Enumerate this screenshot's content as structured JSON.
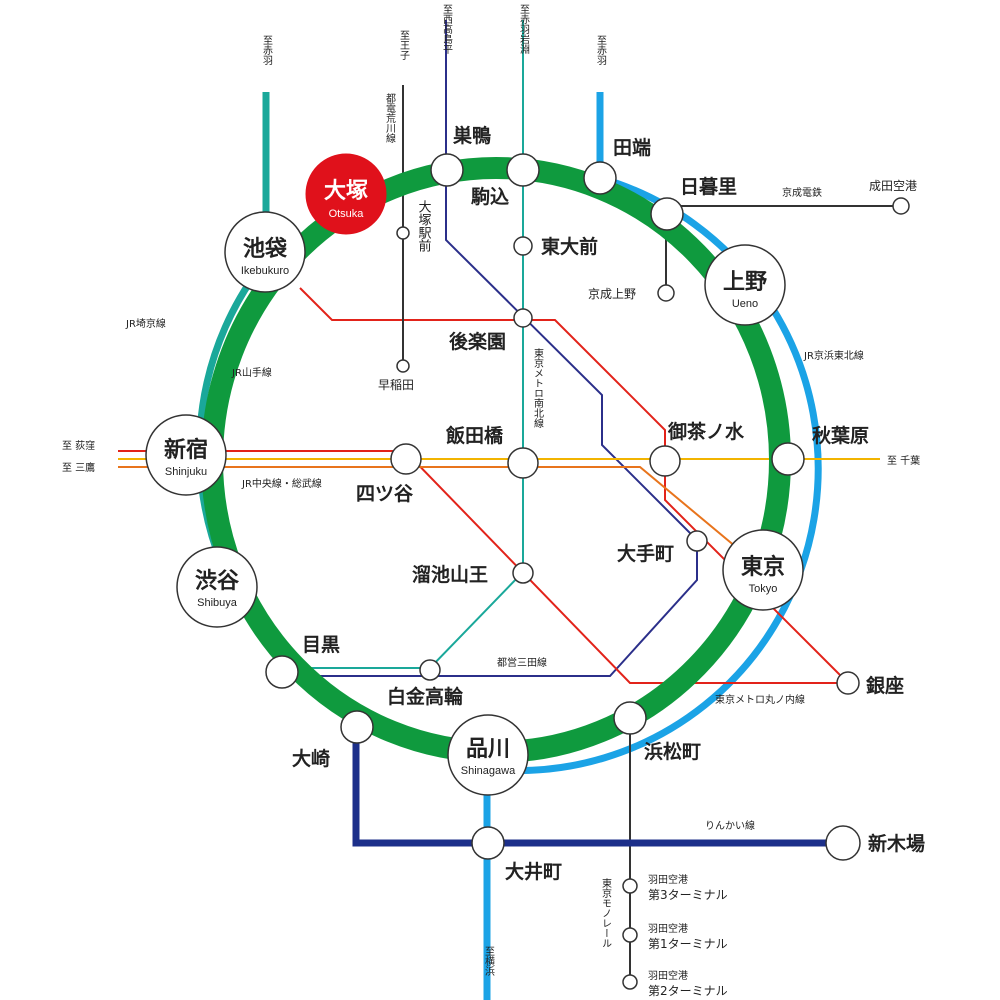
{
  "colors": {
    "yamanote": "#0f9a3e",
    "keihin_tohoku": "#1ba3e6",
    "saikyo": "#1aa89a",
    "marunouchi": "#e2231a",
    "chuo_rapid": "#e8741c",
    "sobu": "#f2b400",
    "namboku": "#1aa89a",
    "mita": "#2b2f8a",
    "rinkai": "#1c2f8a",
    "keisei": "#333333",
    "arakawa": "#333333",
    "monorail": "#333333",
    "highlight": "#e0111b"
  },
  "hubs": {
    "otsuka": {
      "jp": "大塚",
      "en": "Otsuka"
    },
    "ikebukuro": {
      "jp": "池袋",
      "en": "Ikebukuro"
    },
    "ueno": {
      "jp": "上野",
      "en": "Ueno"
    },
    "shinjuku": {
      "jp": "新宿",
      "en": "Shinjuku"
    },
    "tokyo": {
      "jp": "東京",
      "en": "Tokyo"
    },
    "shibuya": {
      "jp": "渋谷",
      "en": "Shibuya"
    },
    "shinagawa": {
      "jp": "品川",
      "en": "Shinagawa"
    }
  },
  "stations": {
    "sugamo": "巣鴨",
    "komagome": "駒込",
    "tabata": "田端",
    "nippori": "日暮里",
    "todaimae": "東大前",
    "keisei_ueno": "京成上野",
    "narita": "成田空港",
    "korakuen": "後楽園",
    "waseda": "早稲田",
    "ochanomizu": "御茶ノ水",
    "akihabara": "秋葉原",
    "iidabashi": "飯田橋",
    "yotsuya": "四ツ谷",
    "otemachi": "大手町",
    "tameike": "溜池山王",
    "meguro": "目黒",
    "shirokane": "白金高輪",
    "ginza": "銀座",
    "osaki": "大崎",
    "hamamatsucho": "浜松町",
    "shinkiba": "新木場",
    "oimachi": "大井町",
    "haneda3_a": "羽田空港",
    "haneda3_b": "第3ターミナル",
    "haneda1_a": "羽田空港",
    "haneda1_b": "第1ターミナル",
    "haneda2_a": "羽田空港",
    "haneda2_b": "第2ターミナル"
  },
  "line_labels": {
    "arakawa": "都電荒川線",
    "otsuka_ekimae": "大塚駅前",
    "keisei": "京成電鉄",
    "saikyo": "JR埼京線",
    "yamanote": "JR山手線",
    "keihin_tohoku": "JR京浜東北線",
    "namboku": "東京メトロ南北線",
    "chuo_sobu": "JR中央線・総武線",
    "mita": "都営三田線",
    "marunouchi": "東京メトロ丸ノ内線",
    "rinkai": "りんかい線",
    "monorail": "東京モノレール"
  },
  "destinations": {
    "akabane_saikyo": "至赤羽",
    "oji": "至王子",
    "nishitakashimadaira": "至西高島平",
    "akabane_iwabuchi": "至赤羽岩淵",
    "akabane_keihin": "至赤羽",
    "ogikubo": "至 荻窪",
    "mitaka": "至 三鷹",
    "chiba": "至 千葉",
    "yokohama": "至横浜"
  }
}
